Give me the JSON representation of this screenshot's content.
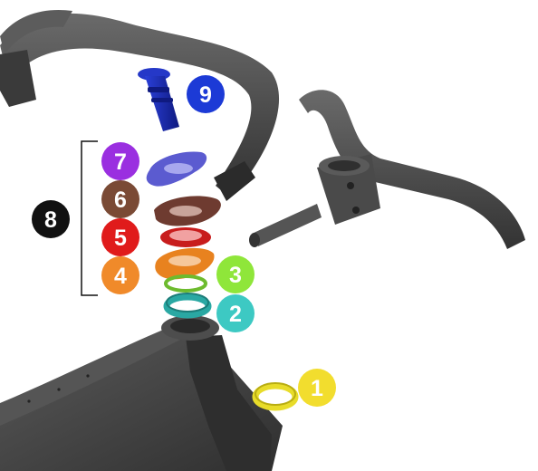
{
  "callouts": [
    {
      "label": "1",
      "color": "#f2dd2e",
      "text_color": "#ffffff"
    },
    {
      "label": "2",
      "color": "#3dc9c3",
      "text_color": "#ffffff"
    },
    {
      "label": "3",
      "color": "#8fe63a",
      "text_color": "#ffffff"
    },
    {
      "label": "4",
      "color": "#f08a2a",
      "text_color": "#ffffff"
    },
    {
      "label": "5",
      "color": "#e01b1b",
      "text_color": "#ffffff"
    },
    {
      "label": "6",
      "color": "#7a4a35",
      "text_color": "#ffffff"
    },
    {
      "label": "7",
      "color": "#9a2fe0",
      "text_color": "#ffffff"
    },
    {
      "label": "8",
      "color": "#111111",
      "text_color": "#ffffff"
    },
    {
      "label": "9",
      "color": "#1c3ad6",
      "text_color": "#ffffff"
    }
  ],
  "parts": {
    "frame_color": "#3f3f3f",
    "handlebar_color": "#4a4a4a",
    "bearing_cup_color": "#e8dc2a",
    "lower_ring_color": "#2aa8a3",
    "seal_ring_color": "#6dbb2e",
    "spacer_4_color": "#e8821f",
    "spacer_5_color": "#c81d1d",
    "spacer_6_color": "#6e3b30",
    "top_cover_color": "#5b5bd0",
    "expander_plug_color": "#1e2fb8"
  }
}
